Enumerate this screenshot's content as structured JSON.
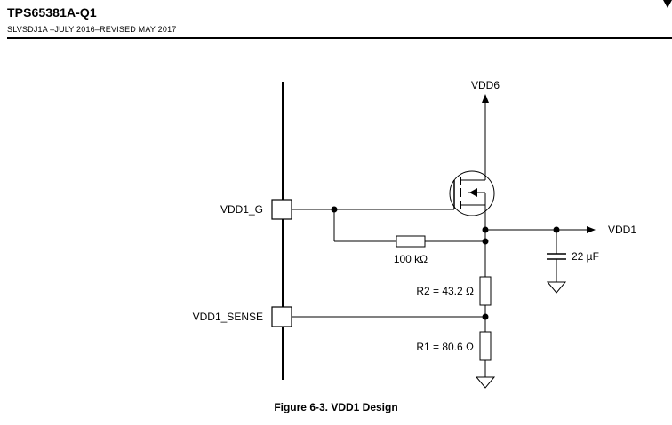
{
  "header": {
    "title": "TPS65381A-Q1",
    "subtitle": "SLVSDJ1A –JULY 2016–REVISED MAY 2017"
  },
  "schematic": {
    "pins": {
      "gate": "VDD1_G",
      "sense": "VDD1_SENSE"
    },
    "nets": {
      "supply": "VDD6",
      "output": "VDD1"
    },
    "components": {
      "resistor_gate": "100 kΩ",
      "capacitor": "22 µF",
      "r2": "R2 = 43.2 Ω",
      "r1": "R1 = 80.6 Ω"
    }
  },
  "figure": {
    "caption": "Figure 6-3. VDD1 Design"
  }
}
